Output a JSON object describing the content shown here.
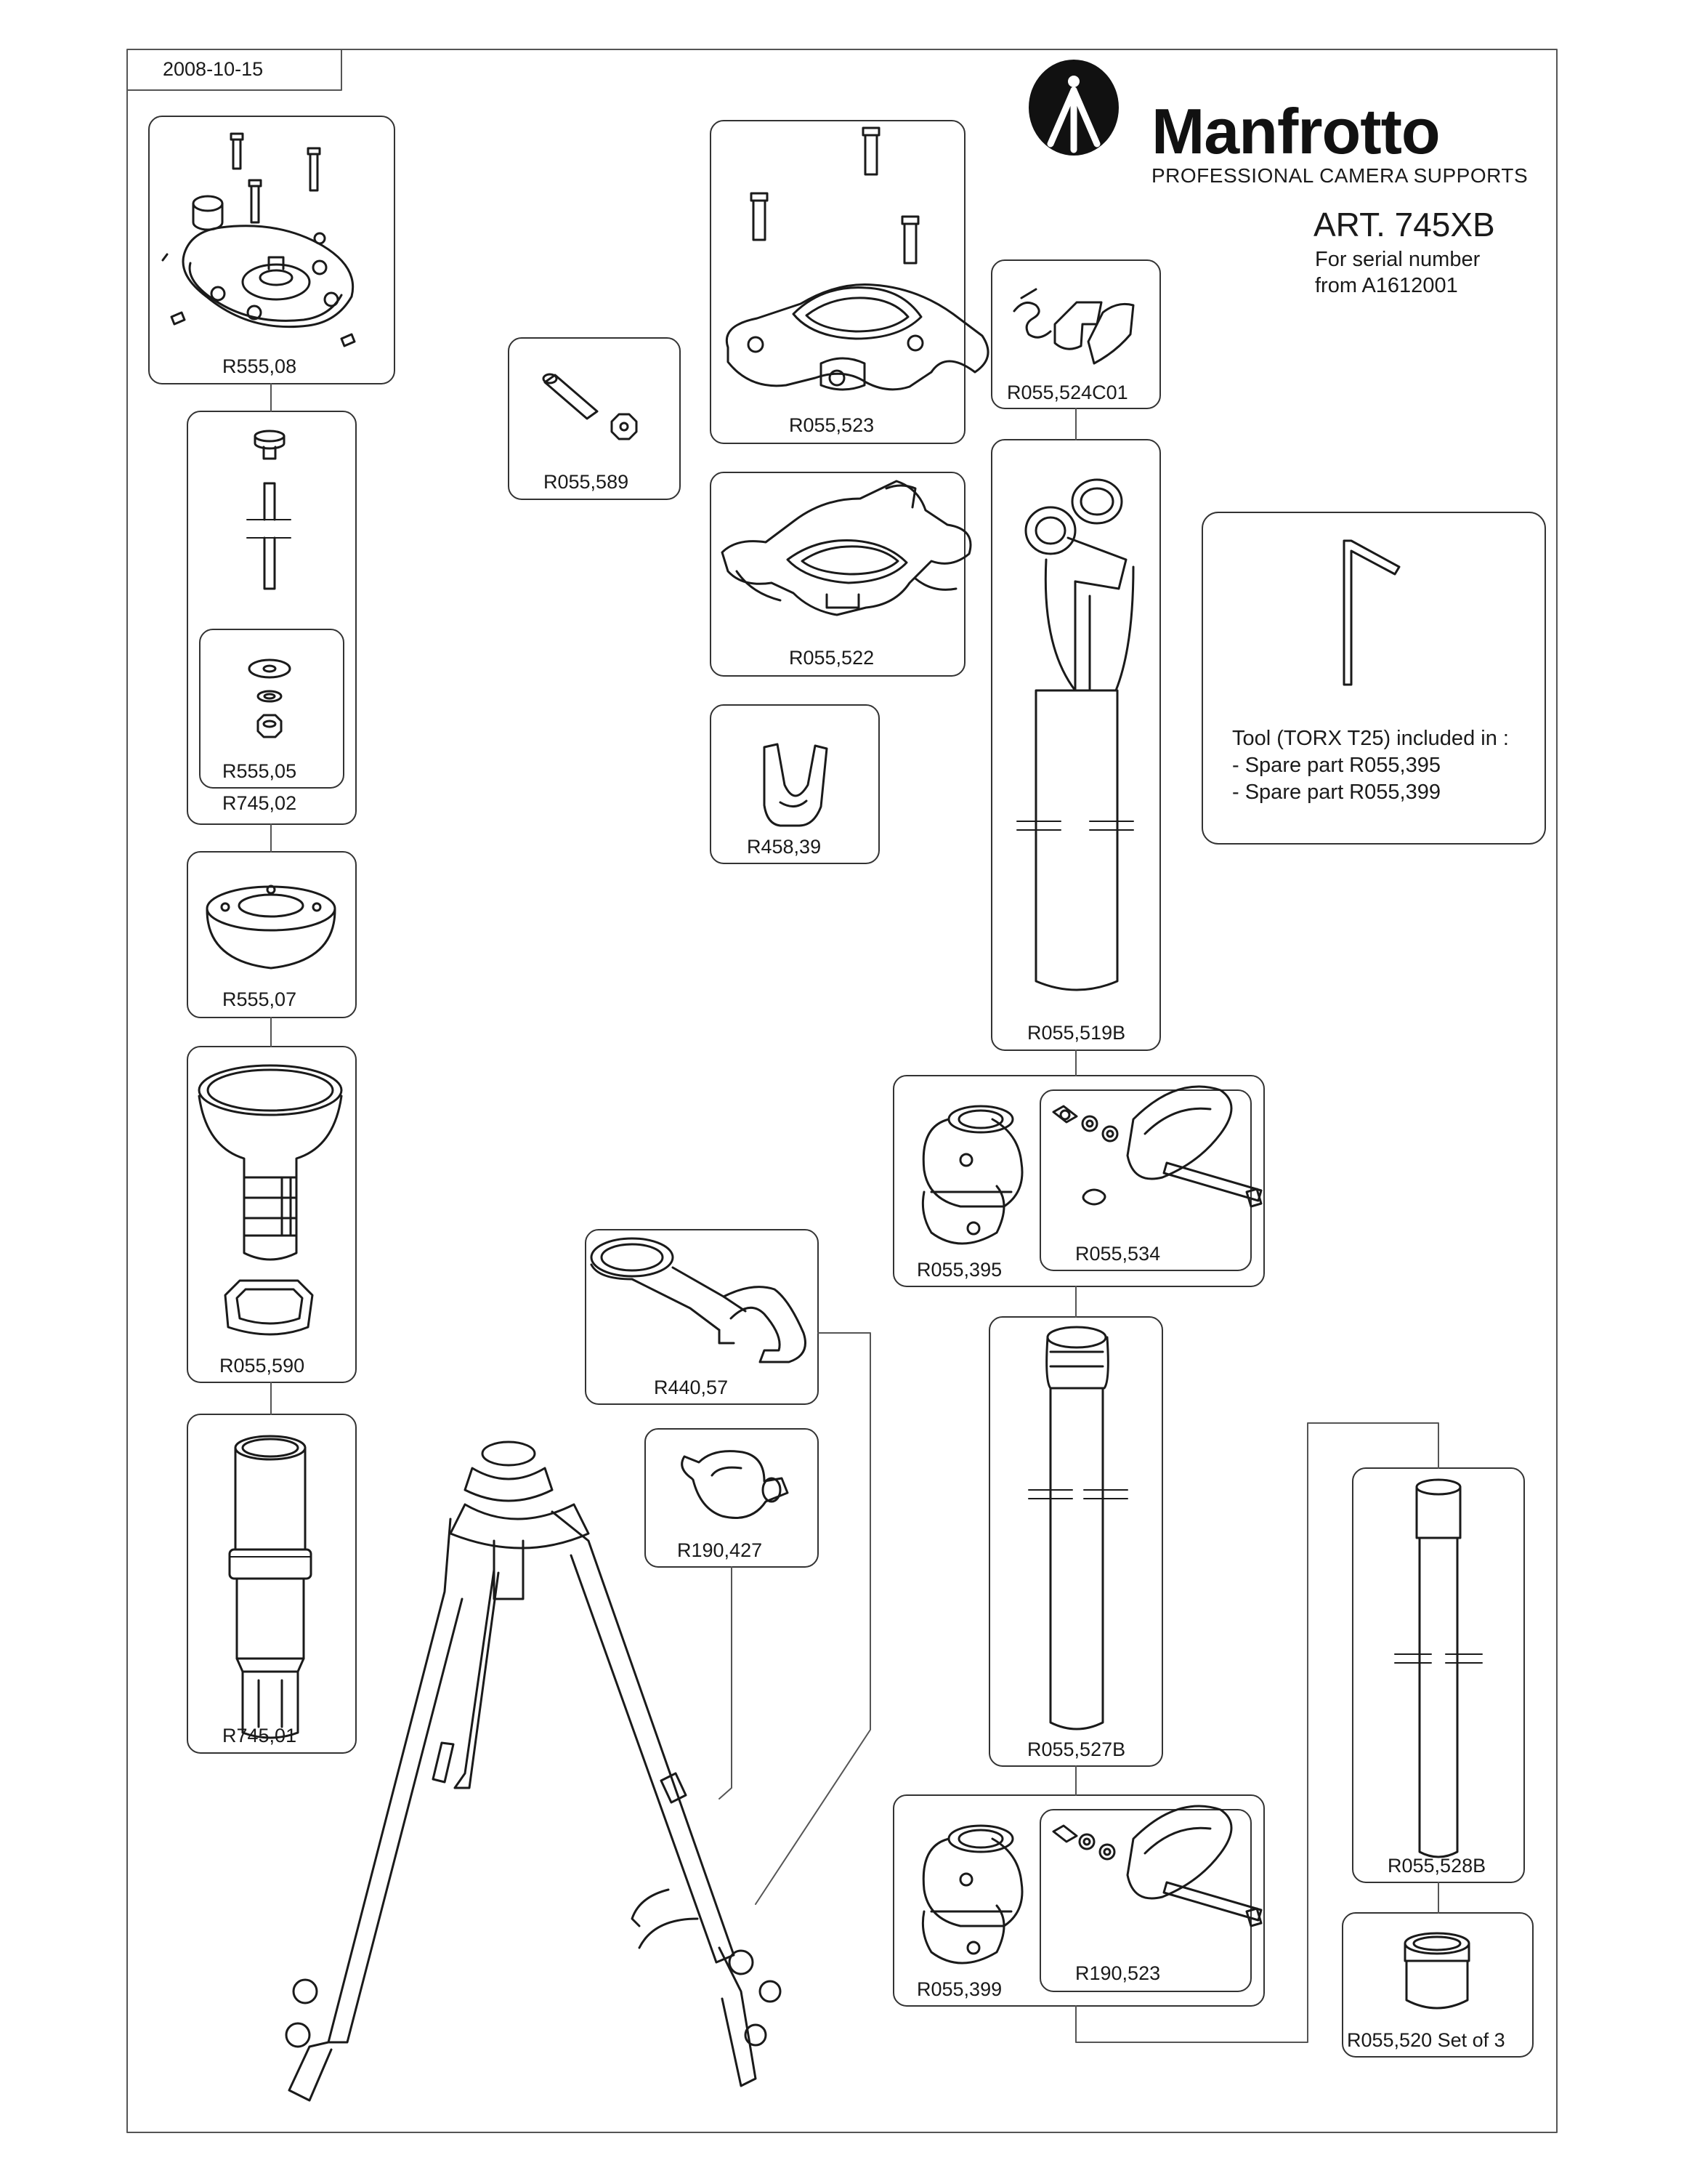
{
  "header": {
    "date": "2008-10-15",
    "brand": "Manfrotto",
    "tagline": "PROFESSIONAL CAMERA SUPPORTS",
    "article": "ART. 745XB",
    "serial_line1": "For serial number",
    "serial_line2": "from A1612001"
  },
  "tool_note": {
    "line1": "Tool (TORX T25) included in :",
    "line2": "- Spare part R055,395",
    "line3": "- Spare part R055,399"
  },
  "parts": [
    {
      "code": "R555,08",
      "icon": "leveling-base-plate-icon"
    },
    {
      "code": "R055,589",
      "icon": "pin-and-nut-icon"
    },
    {
      "code": "R055,523",
      "icon": "spider-top-casting-icon"
    },
    {
      "code": "R055,524C01",
      "icon": "leg-angle-clip-icon"
    },
    {
      "code": "R055,522",
      "icon": "spider-bottom-casting-icon"
    },
    {
      "code": "R458,39",
      "icon": "fork-clip-icon"
    },
    {
      "code": "R555,05",
      "icon": "washer-nut-set-icon"
    },
    {
      "code": "R745,02",
      "icon": "bolt-and-pin-kit-icon"
    },
    {
      "code": "R555,07",
      "icon": "half-ball-icon"
    },
    {
      "code": "R055,519B",
      "icon": "upper-leg-section-icon"
    },
    {
      "code": "R055,395",
      "icon": "leg-lock-clamp-icon"
    },
    {
      "code": "R055,534",
      "icon": "lock-lever-kit-icon"
    },
    {
      "code": "R440,57",
      "icon": "spreader-arm-icon"
    },
    {
      "code": "R055,590",
      "icon": "leveling-bowl-icon"
    },
    {
      "code": "R190,427",
      "icon": "hook-clamp-icon"
    },
    {
      "code": "R745,01",
      "icon": "center-column-icon"
    },
    {
      "code": "R055,527B",
      "icon": "middle-leg-section-icon"
    },
    {
      "code": "R055,528B",
      "icon": "lower-leg-section-icon"
    },
    {
      "code": "R055,399",
      "icon": "leg-lock-clamp-icon"
    },
    {
      "code": "R190,523",
      "icon": "lock-lever-kit-icon"
    },
    {
      "code": "R055,520 Set of 3",
      "icon": "rubber-foot-icon"
    }
  ],
  "colors": {
    "ink": "#1a1a1a",
    "frame": "#555555",
    "paper": "#ffffff"
  }
}
